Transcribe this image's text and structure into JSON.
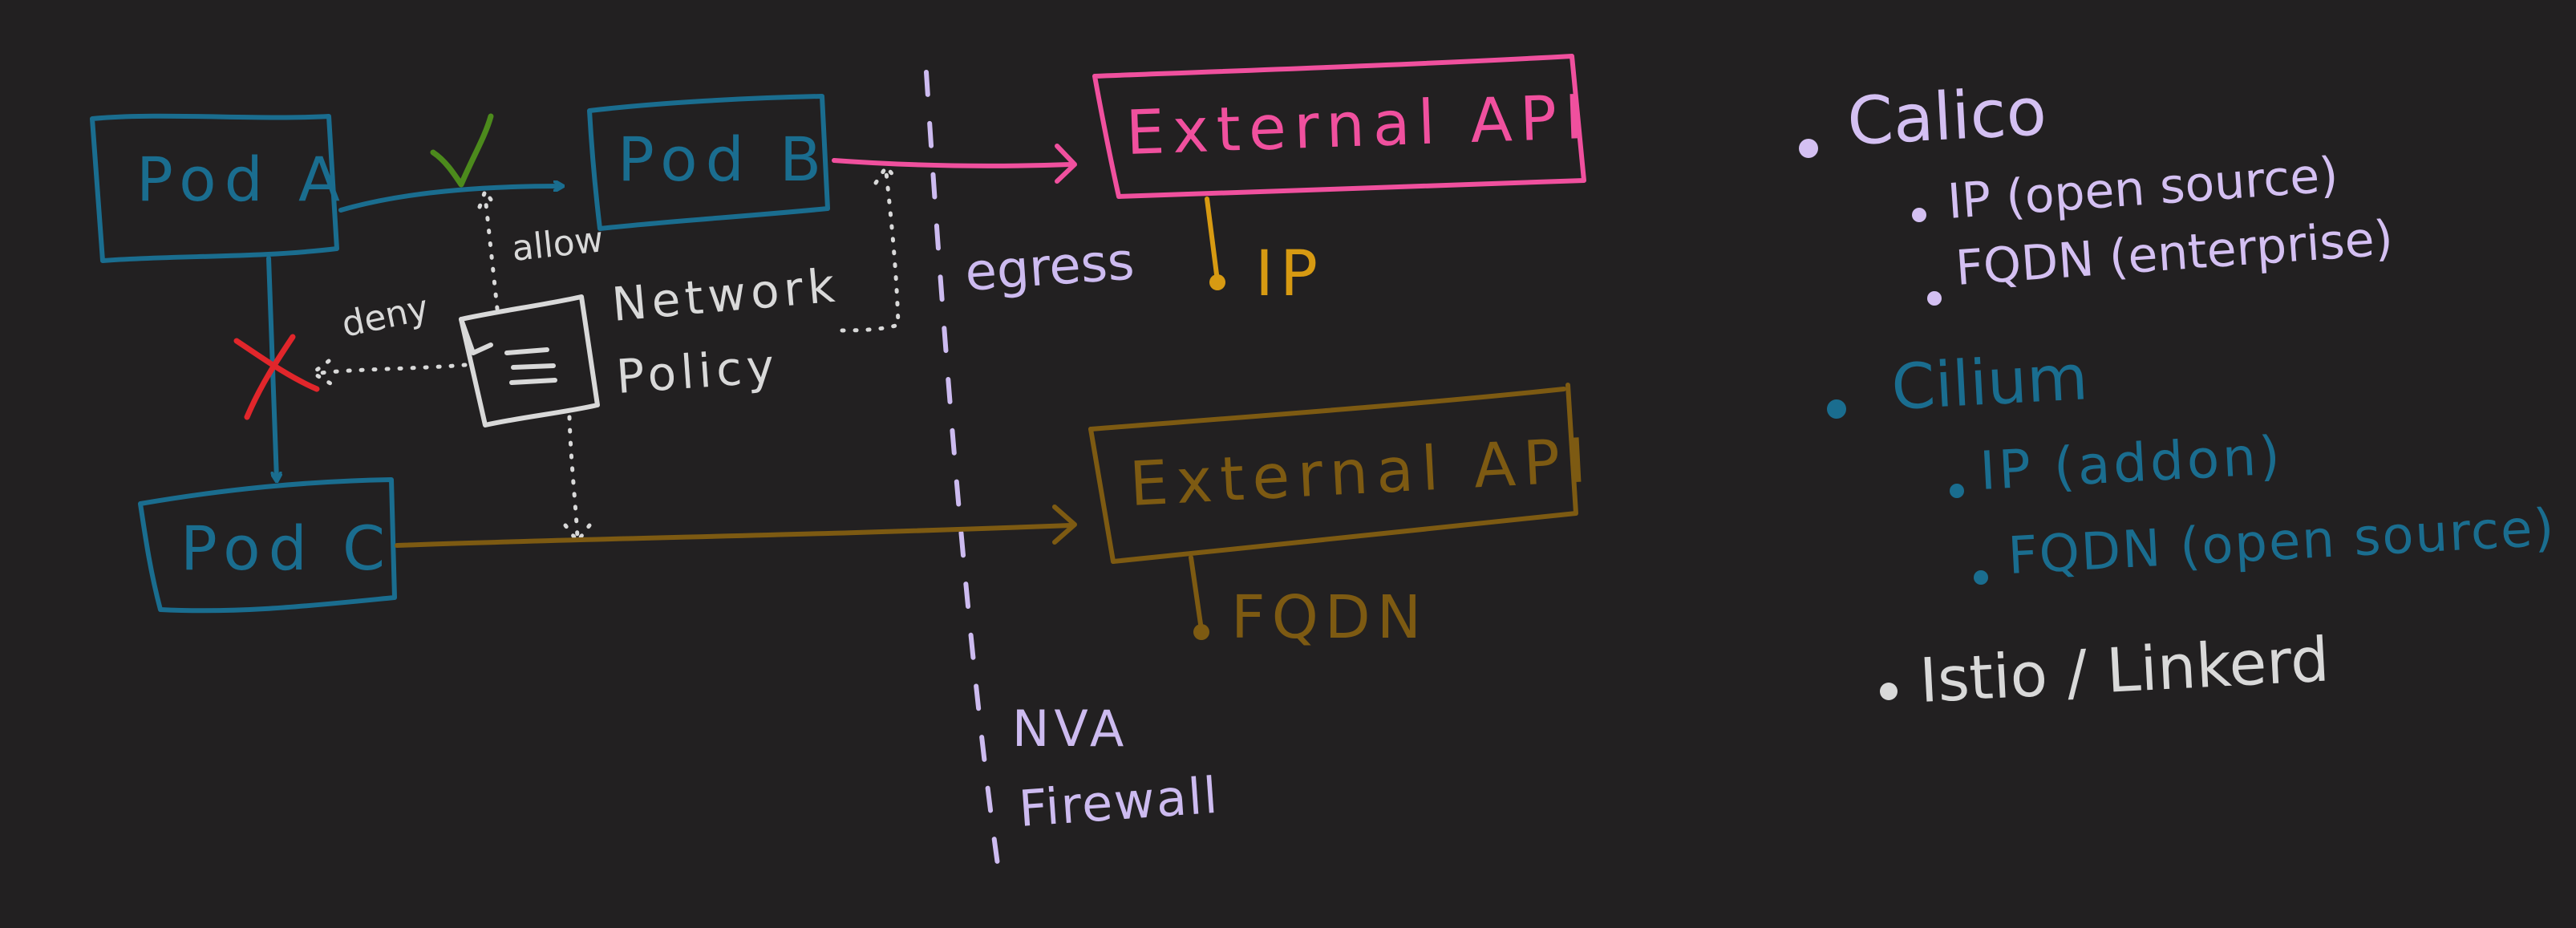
{
  "colors": {
    "background": "#222021",
    "pods": "#1a6d8f",
    "allow_check": "#4c8a1c",
    "deny_x": "#e1262b",
    "policy": "#d9d9d9",
    "egress": "#cdbbf0",
    "external_api_ip": "#f0509e",
    "ip": "#d79a12",
    "external_api_fqdn": "#7d5a12",
    "calico": "#d4c0f2",
    "cilium": "#1a6d8f",
    "istio": "#d9d9d9"
  },
  "diagram": {
    "pod_a": "Pod A",
    "pod_b": "Pod B",
    "pod_c": "Pod C",
    "allow_label": "allow",
    "deny_label": "deny",
    "network_policy_line1": "Network",
    "network_policy_line2": "Policy",
    "egress_label": "egress",
    "external_api_ip": "External API",
    "ip_label": "IP",
    "external_api_fqdn": "External API",
    "fqdn_label": "FQDN",
    "nva_label": "NVA",
    "firewall_label": "Firewall"
  },
  "notes": {
    "calico": {
      "title": "Calico",
      "items": [
        "IP (open source)",
        "FQDN (enterprise)"
      ]
    },
    "cilium": {
      "title": "Cilium",
      "items": [
        "IP (addon)",
        "FQDN (open source)"
      ]
    },
    "istio": {
      "title": "Istio / Linkerd"
    }
  }
}
